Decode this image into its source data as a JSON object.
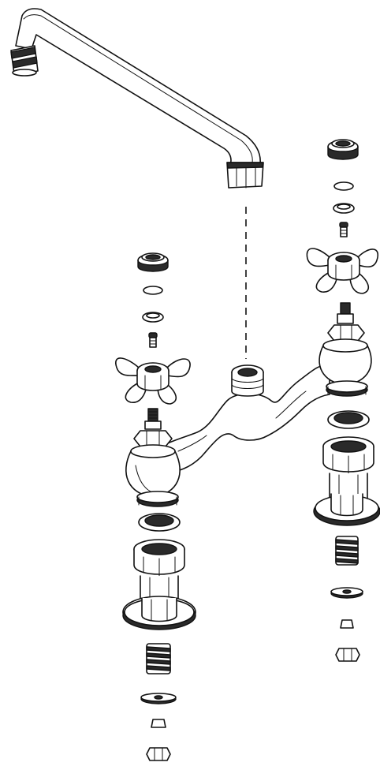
{
  "figure": {
    "description_visible_text": "",
    "colors": {
      "ink": "#111111",
      "paper": "#ffffff",
      "shade": "#cfcfcf"
    },
    "parts": [
      "spout-tube",
      "spout-aerator",
      "spout-nut",
      "left-cap",
      "left-o-ring",
      "left-washer",
      "left-screw",
      "left-cross-handle",
      "left-spindle",
      "left-valve-body",
      "left-seal-ring",
      "left-gasket",
      "left-hex-nut",
      "left-shank",
      "left-flange",
      "left-spring",
      "left-lock-washer",
      "left-small-washer",
      "left-bottom-nut",
      "bridge-body",
      "bridge-center-outlet",
      "right-cap",
      "right-o-ring",
      "right-washer",
      "right-screw",
      "right-cross-handle",
      "right-spindle",
      "right-valve-body",
      "right-seal-ring",
      "right-gasket",
      "right-hex-nut",
      "right-shank",
      "right-flange",
      "right-spring",
      "right-lock-washer",
      "right-small-washer",
      "right-bottom-nut",
      "spout-leader-line"
    ]
  }
}
